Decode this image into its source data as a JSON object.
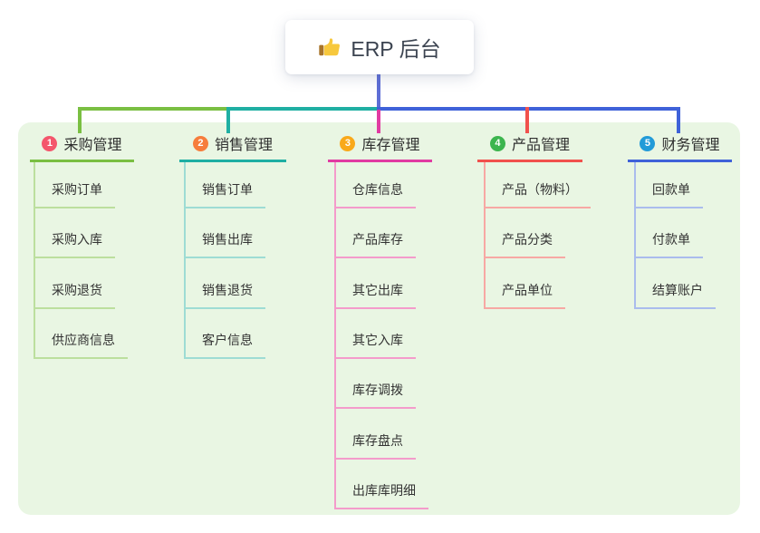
{
  "root": {
    "icon": "thumbs-up",
    "label": "ERP 后台"
  },
  "colors": {
    "canvas_bg": "#ffffff",
    "panel_bg": "#e9f6e3",
    "root_stem": "#5e6ed6",
    "text": "#333333"
  },
  "branches": [
    {
      "badge": "1",
      "label": "采购管理",
      "badge_color": "#f4566c",
      "line_color": "#7abf42",
      "light_color": "#bcdf9e",
      "children": [
        "采购订单",
        "采购入库",
        "采购退货",
        "供应商信息"
      ]
    },
    {
      "badge": "2",
      "label": "销售管理",
      "badge_color": "#f67d3c",
      "line_color": "#1fafa3",
      "light_color": "#9edcd4",
      "children": [
        "销售订单",
        "销售出库",
        "销售退货",
        "客户信息"
      ]
    },
    {
      "badge": "3",
      "label": "库存管理",
      "badge_color": "#f9a91a",
      "line_color": "#e13ba2",
      "light_color": "#f49bcb",
      "children": [
        "仓库信息",
        "产品库存",
        "其它出库",
        "其它入库",
        "库存调拨",
        "库存盘点",
        "出库库明细"
      ]
    },
    {
      "badge": "4",
      "label": "产品管理",
      "badge_color": "#3cb54e",
      "line_color": "#f1514d",
      "light_color": "#f7a8a4",
      "children": [
        "产品（物料）",
        "产品分类",
        "产品单位"
      ]
    },
    {
      "badge": "5",
      "label": "财务管理",
      "badge_color": "#229bd8",
      "line_color": "#3f62d9",
      "light_color": "#aabced",
      "children": [
        "回款单",
        "付款单",
        "结算账户"
      ]
    }
  ]
}
